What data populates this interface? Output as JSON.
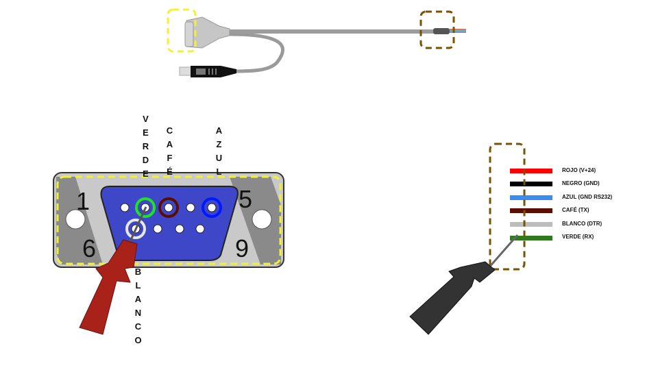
{
  "connector_labels": {
    "verde": "VERDE",
    "cafe": "CAFÉ",
    "azul": "AZUL",
    "blanco": "BLANCO"
  },
  "pin_numbers": {
    "one": "1",
    "five": "5",
    "six": "6",
    "nine": "9"
  },
  "legend": [
    {
      "label": "ROJO (V+24)",
      "color": "#ff0000"
    },
    {
      "label": "NEGRO (GND)",
      "color": "#000000"
    },
    {
      "label": "AZUL (GND RS232)",
      "color": "#3b8cf0"
    },
    {
      "label": "CAFÉ (TX)",
      "color": "#5a0e00"
    },
    {
      "label": "BLANCO (DTR)",
      "color": "#bdbdbd"
    },
    {
      "label": "VERDE (RX)",
      "color": "#2f7a1e"
    }
  ],
  "colors": {
    "highlight_yellow": "#f2f230",
    "highlight_brown": "#7a5200",
    "shell_blue": "#3d47c8",
    "probe_red": "#a8221a",
    "probe_black": "#333333"
  }
}
